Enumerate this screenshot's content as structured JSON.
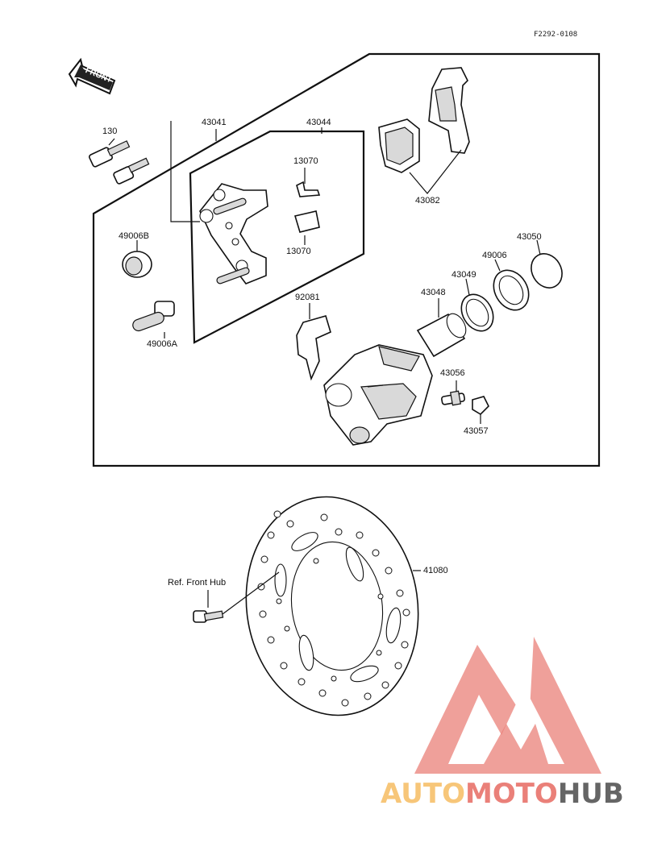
{
  "diagram_code": "F2292-0108",
  "front_label": "FRONT",
  "parts": [
    {
      "id": "p130",
      "number": "130"
    },
    {
      "id": "p43041",
      "number": "43041"
    },
    {
      "id": "p43044",
      "number": "43044"
    },
    {
      "id": "p13070a",
      "number": "13070"
    },
    {
      "id": "p13070b",
      "number": "13070"
    },
    {
      "id": "p43082",
      "number": "43082"
    },
    {
      "id": "p49006B",
      "number": "49006B"
    },
    {
      "id": "p49006A",
      "number": "49006A"
    },
    {
      "id": "p92081",
      "number": "92081"
    },
    {
      "id": "p43048",
      "number": "43048"
    },
    {
      "id": "p43049",
      "number": "43049"
    },
    {
      "id": "p49006",
      "number": "49006"
    },
    {
      "id": "p43050",
      "number": "43050"
    },
    {
      "id": "p43056",
      "number": "43056"
    },
    {
      "id": "p43057",
      "number": "43057"
    },
    {
      "id": "p41080",
      "number": "41080"
    }
  ],
  "ref_label": "Ref. Front Hub",
  "watermark": {
    "part1": "AUTO",
    "part2": "MOTO",
    "part3": "HUB",
    "color_light": "#f7c06b",
    "color_red": "#e8736b",
    "color_dark": "#555555"
  }
}
